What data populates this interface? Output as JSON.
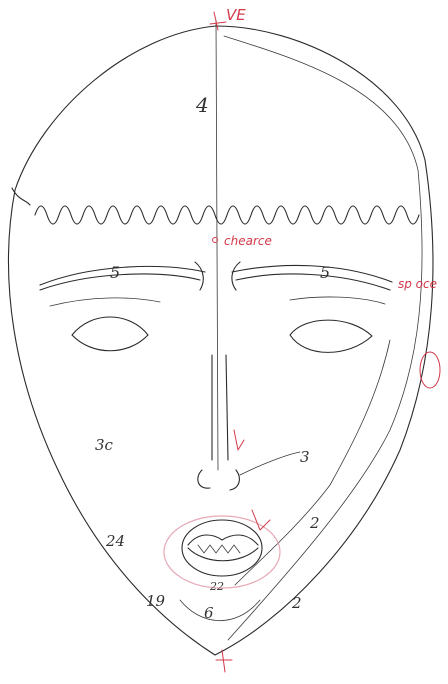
{
  "labels": {
    "vertex": "VE",
    "nasion": "chearce",
    "side_point": "sp oce",
    "region_forehead": "4",
    "region_brow_left": "5",
    "region_brow_right": "5",
    "region_cheek": "3c",
    "region_nasolabial": "3",
    "region_mouth_side": "2",
    "region_chin_left": "24",
    "region_chin_lower": "19",
    "region_chin_center": "6",
    "region_jaw_right": "2",
    "region_mouth_center": "22"
  },
  "colors": {
    "pencil": "#2b2b2b",
    "red_marker": "#d23a4a",
    "pink_overlay": "#e7a9b6"
  }
}
